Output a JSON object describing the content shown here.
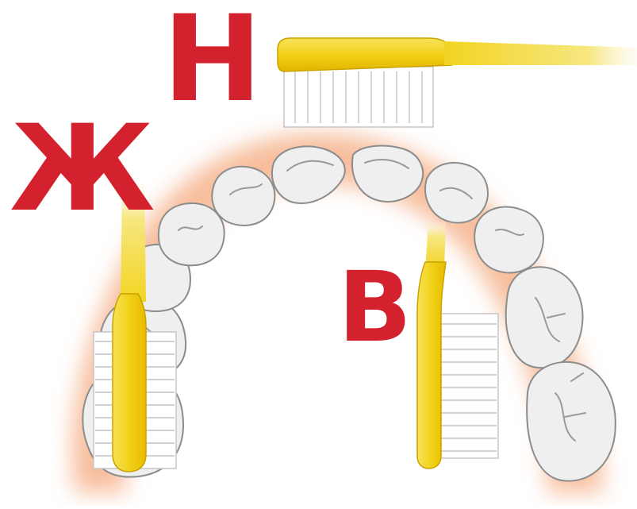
{
  "labels": {
    "top": "Н",
    "left": "Ж",
    "inner": "В"
  },
  "colors": {
    "label": "#d3212d",
    "brush_handle": "#f4d820",
    "gum_glow": "#f5b58a",
    "tooth_fill": "#f0f0f0",
    "tooth_outline": "#8a8a8a",
    "bristles": "#ffffff"
  },
  "figure": {
    "subject": "dental-arch-with-three-toothbrushes",
    "brushes": [
      "horizontal-brush-top",
      "vertical-brush-left",
      "vertical-brush-inner"
    ]
  }
}
